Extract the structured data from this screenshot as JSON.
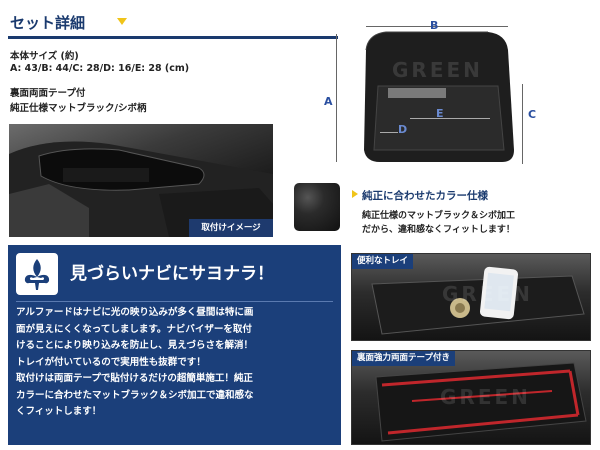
{
  "header": {
    "title": "セット詳細"
  },
  "specs": {
    "size_heading": "本体サイズ (約)",
    "size_values": "A: 43/B: 44/C: 28/D: 16/E: 28 (cm)",
    "tape_note": "裏面両面テープ付",
    "finish_note": "純正仕様マットブラック/シボ柄"
  },
  "diagram": {
    "labels": [
      "A",
      "B",
      "C",
      "D",
      "E"
    ],
    "watermark": "GREEN"
  },
  "install_photo": {
    "caption": "取付けイメージ"
  },
  "texture_feature": {
    "title": "純正に合わせたカラー仕様",
    "lines": [
      "純正仕様のマットブラック＆シボ加工",
      "だから、違和感なくフィットします！"
    ]
  },
  "promo": {
    "title": "見づらいナビにサヨナラ！",
    "body_lines": [
      "アルファードはナビに光の映り込みが多く昼間は特に画",
      "面が見えにくくなってしまします。ナビバイザーを取付",
      "けることにより映り込みを防止し、見えづらさを解消！",
      "トレイが付いているので実用性も抜群です！",
      "取付けは両面テープで貼付けるだけの超簡単施工！純正",
      "カラーに合わせたマットブラック＆シボ加工で違和感な",
      "くフィットします！"
    ]
  },
  "tray_photo": {
    "caption": "便利なトレイ",
    "watermark": "GREEN"
  },
  "tape_photo": {
    "caption": "裏面強力両面テープ付き",
    "watermark": "GREEN"
  },
  "colors": {
    "navy": "#1b3f7a",
    "accent": "#f0c419",
    "dim_label": "#2a4fa0",
    "tape_red": "#c0262b"
  }
}
